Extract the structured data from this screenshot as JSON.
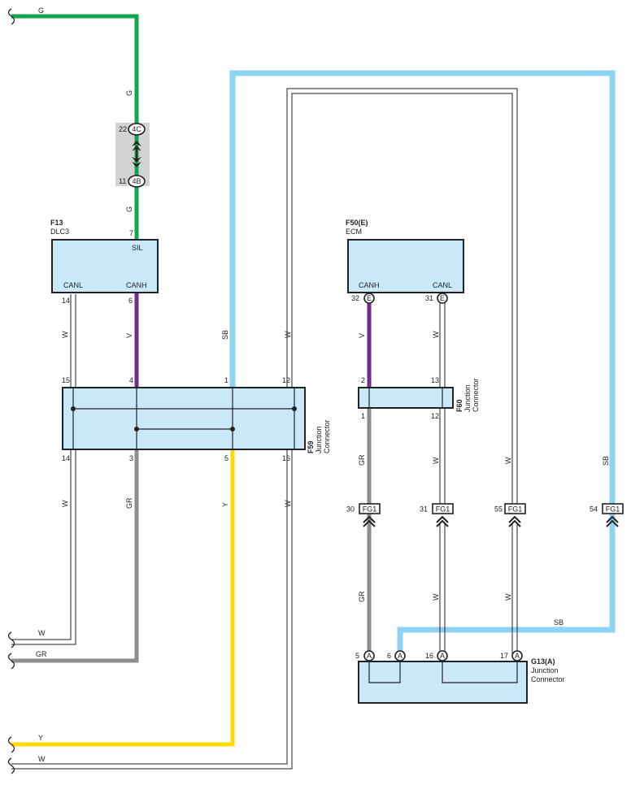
{
  "wires": {
    "g": "G",
    "v": "V",
    "w": "W",
    "gr": "GR",
    "sb": "SB",
    "y": "Y"
  },
  "colors": {
    "G": "#12a54f",
    "V": "#6f2c91",
    "W": "#ffffff",
    "GR": "#8e8e8e",
    "SB": "#8fd3f3",
    "Y": "#ffdc00",
    "box": "#c9e9f9"
  },
  "inline_connector": {
    "top_pin": "22",
    "top_tag": "4C",
    "bottom_pin": "11",
    "bottom_tag": "4B"
  },
  "dlc3": {
    "code": "F13",
    "name": "DLC3",
    "sil": "SIL",
    "canl": "CANL",
    "canh": "CANH",
    "pin_sil": "7",
    "pin_canl": "14",
    "pin_canh": "6"
  },
  "ecm": {
    "code": "F50(E)",
    "name": "ECM",
    "canh": "CANH",
    "canl": "CANL",
    "pin_canh": "32",
    "pin_canl": "31",
    "tag": "E"
  },
  "f59": {
    "code": "F59",
    "line1": "Junction",
    "line2": "Connector",
    "top_pins": [
      "15",
      "4",
      "1",
      "12"
    ],
    "bottom_pins": [
      "14",
      "3",
      "5",
      "16"
    ]
  },
  "f60": {
    "code": "F60",
    "line1": "Junction",
    "line2": "Connector",
    "top_pins": [
      "2",
      "13"
    ],
    "bottom_pins": [
      "1",
      "12"
    ]
  },
  "fg1": {
    "tag": "FG1",
    "pins": [
      "30",
      "31",
      "55",
      "54"
    ]
  },
  "g13": {
    "code": "G13(A)",
    "line1": "Junction",
    "line2": "Connector",
    "tag": "A",
    "pins": [
      "5",
      "6",
      "16",
      "17"
    ]
  }
}
